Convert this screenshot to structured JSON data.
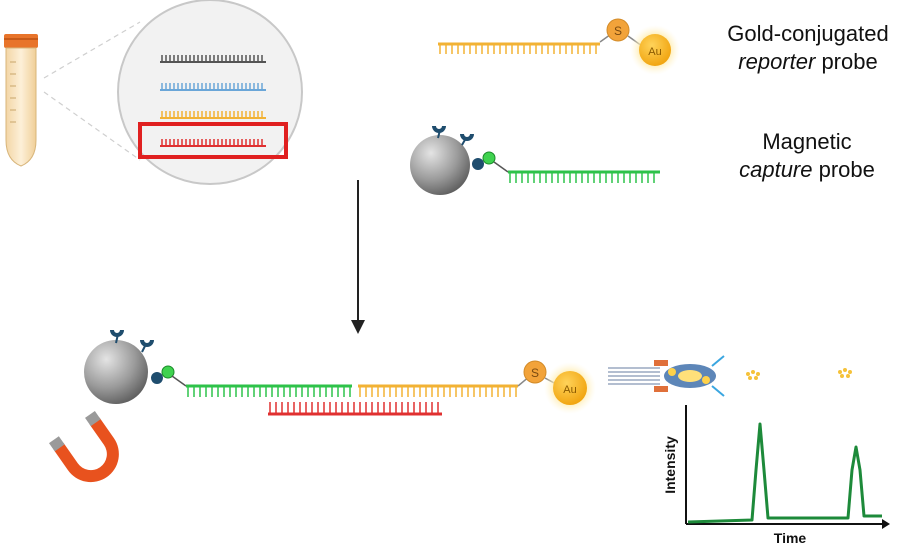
{
  "labels": {
    "reporter_line1": "Gold-conjugated",
    "reporter_italic": "reporter",
    "reporter_rest": " probe",
    "capture_line1": "Magnetic",
    "capture_italic": "capture",
    "capture_rest": " probe"
  },
  "gold_symbol": "Au",
  "thiol_symbol": "S",
  "plot": {
    "ylabel": "Intensity",
    "xlabel": "Time"
  },
  "colors": {
    "reporter_strand": "#f2b234",
    "capture_strand": "#2ec24a",
    "target_strand": "#e03030",
    "highlight_box": "#e02020",
    "gold_particle": "#f7b21e",
    "magnet": "#e8521e",
    "trace": "#1d8a3a",
    "bead": "#8f8f8f",
    "antibody": "#1f4d6e"
  },
  "icons": [
    "sample-tube-icon",
    "magnetic-bead-icon",
    "gold-nanoparticle-icon",
    "magnet-icon",
    "nanopore-icon"
  ]
}
